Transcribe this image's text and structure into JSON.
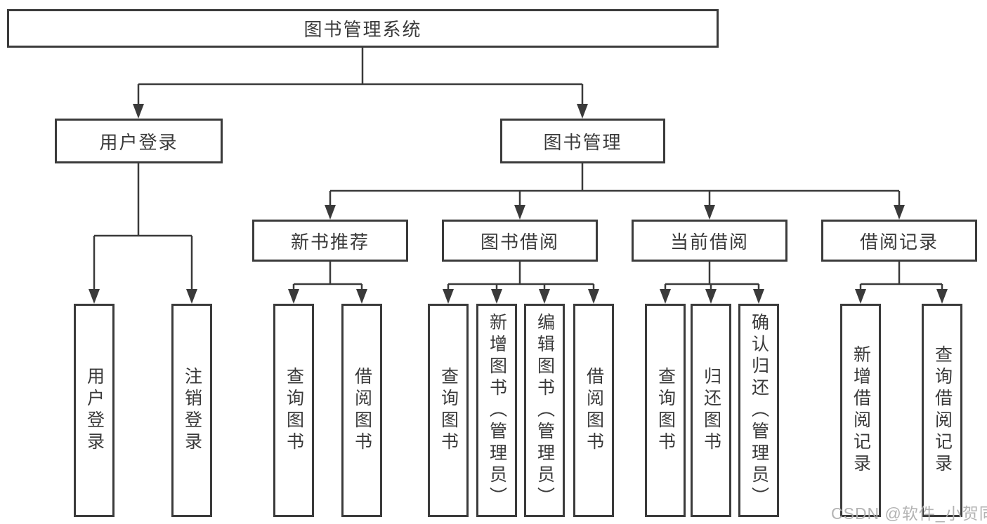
{
  "diagram": {
    "root": {
      "label": "图书管理系统"
    },
    "branches": [
      {
        "label": "用户登录",
        "children": [
          {
            "label": "用户登录"
          },
          {
            "label": "注销登录"
          }
        ]
      },
      {
        "label": "图书管理",
        "children": [
          {
            "label": "新书推荐",
            "children": [
              {
                "label": "查询图书"
              },
              {
                "label": "借阅图书"
              }
            ]
          },
          {
            "label": "图书借阅",
            "children": [
              {
                "label": "查询图书"
              },
              {
                "label": "新增图书（管理员）"
              },
              {
                "label": "编辑图书（管理员）"
              },
              {
                "label": "借阅图书"
              }
            ]
          },
          {
            "label": "当前借阅",
            "children": [
              {
                "label": "查询图书"
              },
              {
                "label": "归还图书"
              },
              {
                "label": "确认归还（管理员）"
              }
            ]
          },
          {
            "label": "借阅记录",
            "children": [
              {
                "label": "新增借阅记录"
              },
              {
                "label": "查询借阅记录"
              }
            ]
          }
        ]
      }
    ]
  },
  "watermark": {
    "text": "CSDN @软件_小贺同学"
  },
  "colors": {
    "line": "#3a3a3a",
    "box_border": "#3b3b3b",
    "text": "#3a3a3a",
    "background": "#ffffff",
    "watermark": "#afafaf"
  }
}
